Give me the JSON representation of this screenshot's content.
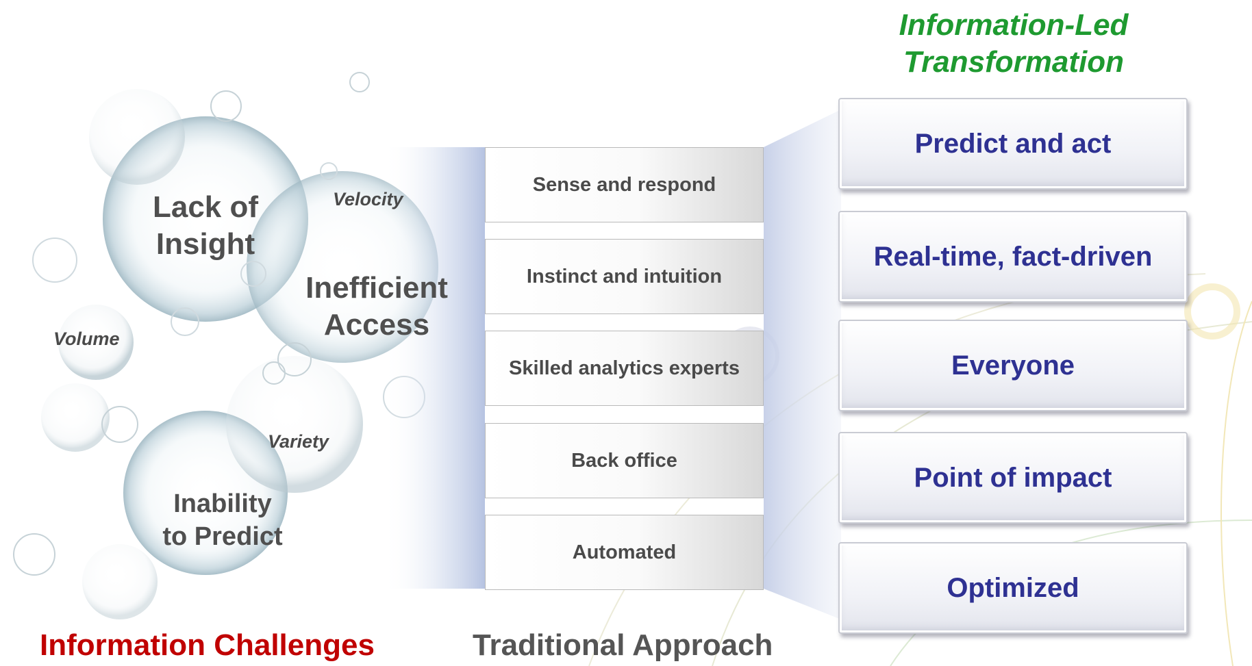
{
  "transformation_title": {
    "line1": "Information-Led",
    "line2": "Transformation",
    "color": "#1e9a30"
  },
  "challenges": {
    "heading": "Information Challenges",
    "heading_color": "#c00000",
    "lack_of_insight": {
      "line1": "Lack of",
      "line2": "Insight"
    },
    "inefficient_access": {
      "line1": "Inefficient",
      "line2": "Access"
    },
    "inability_to_predict": {
      "line1": "Inability",
      "line2": "to Predict"
    },
    "velocity": "Velocity",
    "volume": "Volume",
    "variety": "Variety"
  },
  "traditional": {
    "heading": "Traditional Approach",
    "heading_color": "#555555",
    "items": [
      "Sense and respond",
      "Instinct and intuition",
      "Skilled analytics experts",
      "Back office",
      "Automated"
    ]
  },
  "transformation": {
    "text_color": "#2e3192",
    "items": [
      "Predict and act",
      "Real-time, fact-driven",
      "Everyone",
      "Point of impact",
      "Optimized"
    ]
  }
}
